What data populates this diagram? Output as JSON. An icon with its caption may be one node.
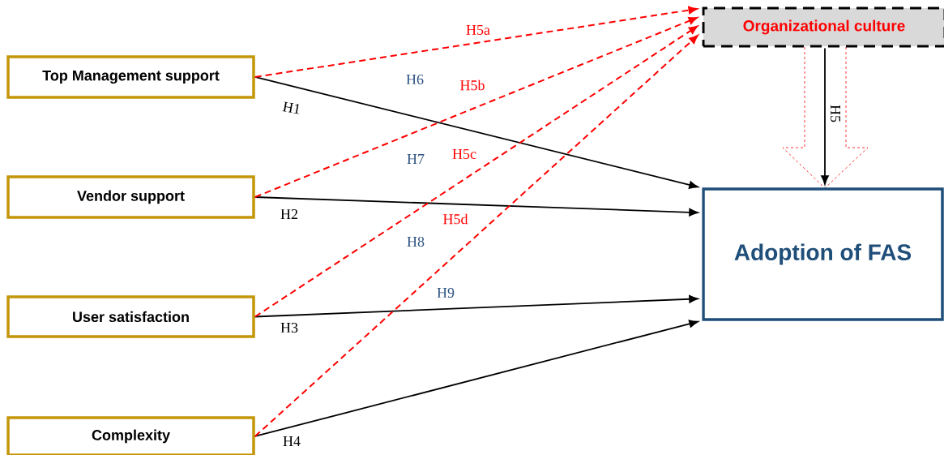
{
  "diagram": {
    "nodes": [
      {
        "text": [
          "Top Management support"
        ]
      },
      {
        "text": [
          "Vendor support"
        ]
      },
      {
        "text": [
          "User satisfaction"
        ]
      },
      {
        "text": [
          "Complexity"
        ]
      },
      {
        "text": [
          "Organizational culture"
        ]
      },
      {
        "text": [
          "Adoption of FAS"
        ]
      }
    ],
    "edges": [
      {
        "from": 0,
        "to": 5,
        "arrow": "to",
        "label": "H1"
      },
      {
        "from": 1,
        "to": 5,
        "arrow": "to",
        "label": "H2"
      },
      {
        "from": 2,
        "to": 5,
        "arrow": "to",
        "label": "H3"
      },
      {
        "from": 3,
        "to": 5,
        "arrow": "to",
        "label": "H4"
      },
      {
        "from": 4,
        "to": 5,
        "arrow": "to",
        "label": "H5"
      },
      {
        "from": 0,
        "to": 4,
        "arrow": "to",
        "label": "H5a",
        "style": "dashed",
        "color": "#ff0000"
      },
      {
        "from": 1,
        "to": 4,
        "arrow": "to",
        "label": "H5b",
        "style": "dashed",
        "color": "#ff0000"
      },
      {
        "from": 2,
        "to": 4,
        "arrow": "to",
        "label": "H5c",
        "style": "dashed",
        "color": "#ff0000"
      },
      {
        "from": 3,
        "to": 4,
        "arrow": "to",
        "label": "H5d",
        "style": "dashed",
        "color": "#ff0000"
      }
    ],
    "labels": [
      "H6",
      "H7",
      "H8",
      "H9"
    ]
  }
}
